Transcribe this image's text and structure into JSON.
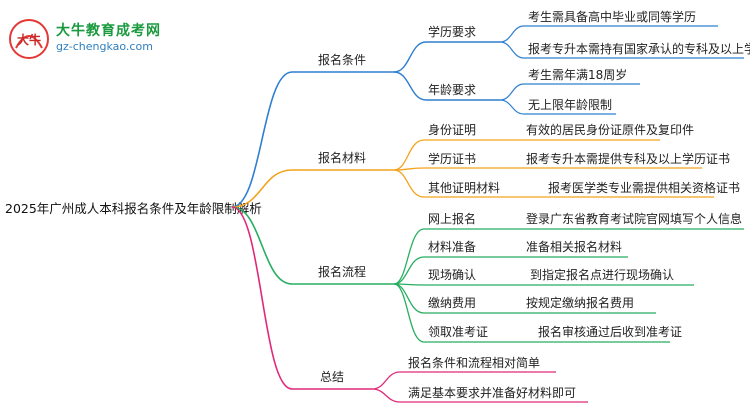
{
  "logo": {
    "name": "大牛教育成考网",
    "url": "gz-chengkao.com",
    "badge_glyph": "大牛"
  },
  "root": "2025年广州成人本科报名条件及年龄限制解析",
  "colors": {
    "blue": "#2f7fd1",
    "orange": "#f4a21c",
    "green": "#27ae60",
    "pink": "#e0297a"
  },
  "branches": [
    {
      "label": "报名条件",
      "groups": [
        {
          "label": "学历要求",
          "leaves": [
            "考生需具备高中毕业或同等学历",
            "报考专升本需持有国家承认的专科及以上学历"
          ]
        },
        {
          "label": "年龄要求",
          "leaves": [
            "考生需年满18周岁",
            "无上限年龄限制"
          ]
        }
      ]
    },
    {
      "label": "报名材料",
      "items": [
        {
          "label": "身份证明",
          "leaf": "有效的居民身份证原件及复印件"
        },
        {
          "label": "学历证书",
          "leaf": "报考专升本需提供专科及以上学历证书"
        },
        {
          "label": "其他证明材料",
          "leaf": "报考医学类专业需提供相关资格证书"
        }
      ]
    },
    {
      "label": "报名流程",
      "items": [
        {
          "label": "网上报名",
          "leaf": "登录广东省教育考试院官网填写个人信息"
        },
        {
          "label": "材料准备",
          "leaf": "准备相关报名材料"
        },
        {
          "label": "现场确认",
          "leaf": "到指定报名点进行现场确认"
        },
        {
          "label": "缴纳费用",
          "leaf": "按规定缴纳报名费用"
        },
        {
          "label": "领取准考证",
          "leaf": "报名审核通过后收到准考证"
        }
      ]
    },
    {
      "label": "总结",
      "leaves": [
        "报名条件和流程相对简单",
        "满足基本要求并准备好材料即可"
      ]
    }
  ]
}
